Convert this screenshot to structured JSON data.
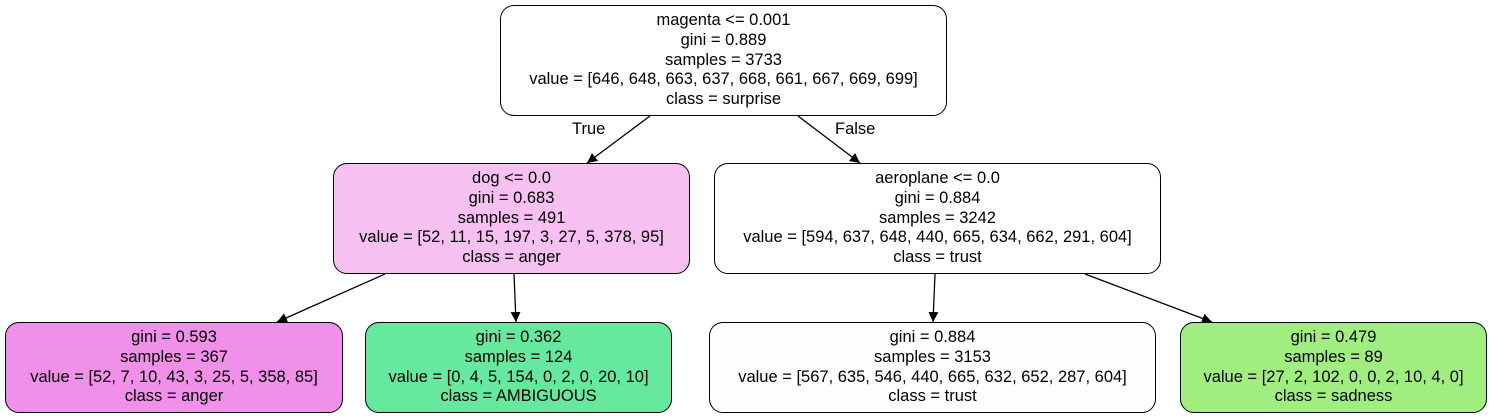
{
  "colors": {
    "root": "#ffffff",
    "left": "#f6c1f1",
    "right": "#ffffff",
    "ll": "#f090e8",
    "lr": "#66e99e",
    "rl": "#fefefe",
    "rr": "#a0ee80",
    "edge": "#000000"
  },
  "edge_labels": {
    "true_label": "True",
    "false_label": "False"
  },
  "nodes": {
    "root": {
      "split": "magenta <= 0.001",
      "gini": "gini = 0.889",
      "samples": "samples = 3733",
      "value": "value = [646, 648, 663, 637, 668, 661, 667, 669, 699]",
      "class": "class = surprise"
    },
    "left": {
      "split": "dog <= 0.0",
      "gini": "gini = 0.683",
      "samples": "samples = 491",
      "value": "value = [52, 11, 15, 197, 3, 27, 5, 378, 95]",
      "class": "class = anger"
    },
    "right": {
      "split": "aeroplane <= 0.0",
      "gini": "gini = 0.884",
      "samples": "samples = 3242",
      "value": "value = [594, 637, 648, 440, 665, 634, 662, 291, 604]",
      "class": "class = trust"
    },
    "ll": {
      "gini": "gini = 0.593",
      "samples": "samples = 367",
      "value": "value = [52, 7, 10, 43, 3, 25, 5, 358, 85]",
      "class": "class = anger"
    },
    "lr": {
      "gini": "gini = 0.362",
      "samples": "samples = 124",
      "value": "value = [0, 4, 5, 154, 0, 2, 0, 20, 10]",
      "class": "class = AMBIGUOUS"
    },
    "rl": {
      "gini": "gini = 0.884",
      "samples": "samples = 3153",
      "value": "value = [567, 635, 546, 440, 665, 632, 652, 287, 604]",
      "class": "class = trust"
    },
    "rr": {
      "gini": "gini = 0.479",
      "samples": "samples = 89",
      "value": "value = [27, 2, 102, 0, 0, 2, 10, 4, 0]",
      "class": "class = sadness"
    }
  }
}
